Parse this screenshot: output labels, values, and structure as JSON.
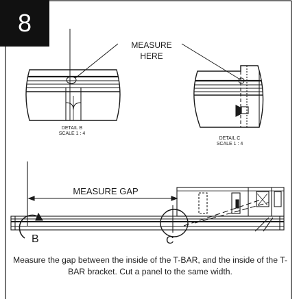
{
  "step": {
    "number": "8"
  },
  "callout": {
    "line1": "MEASURE",
    "line2": "HERE"
  },
  "detail_b": {
    "name": "DETAIL B",
    "scale": "SCALE 1 : 4",
    "marker": "B"
  },
  "detail_c": {
    "name": "DETAIL C",
    "scale": "SCALE 1 : 4",
    "marker": "C"
  },
  "gap": {
    "label": "MEASURE GAP"
  },
  "instructions": {
    "text": "Measure the gap between the inside of the T-BAR, and the inside of the T-BAR bracket. Cut a panel to the same width."
  },
  "colors": {
    "line": "#1a1a1a",
    "badge_bg": "#111111",
    "badge_fg": "#ffffff"
  }
}
